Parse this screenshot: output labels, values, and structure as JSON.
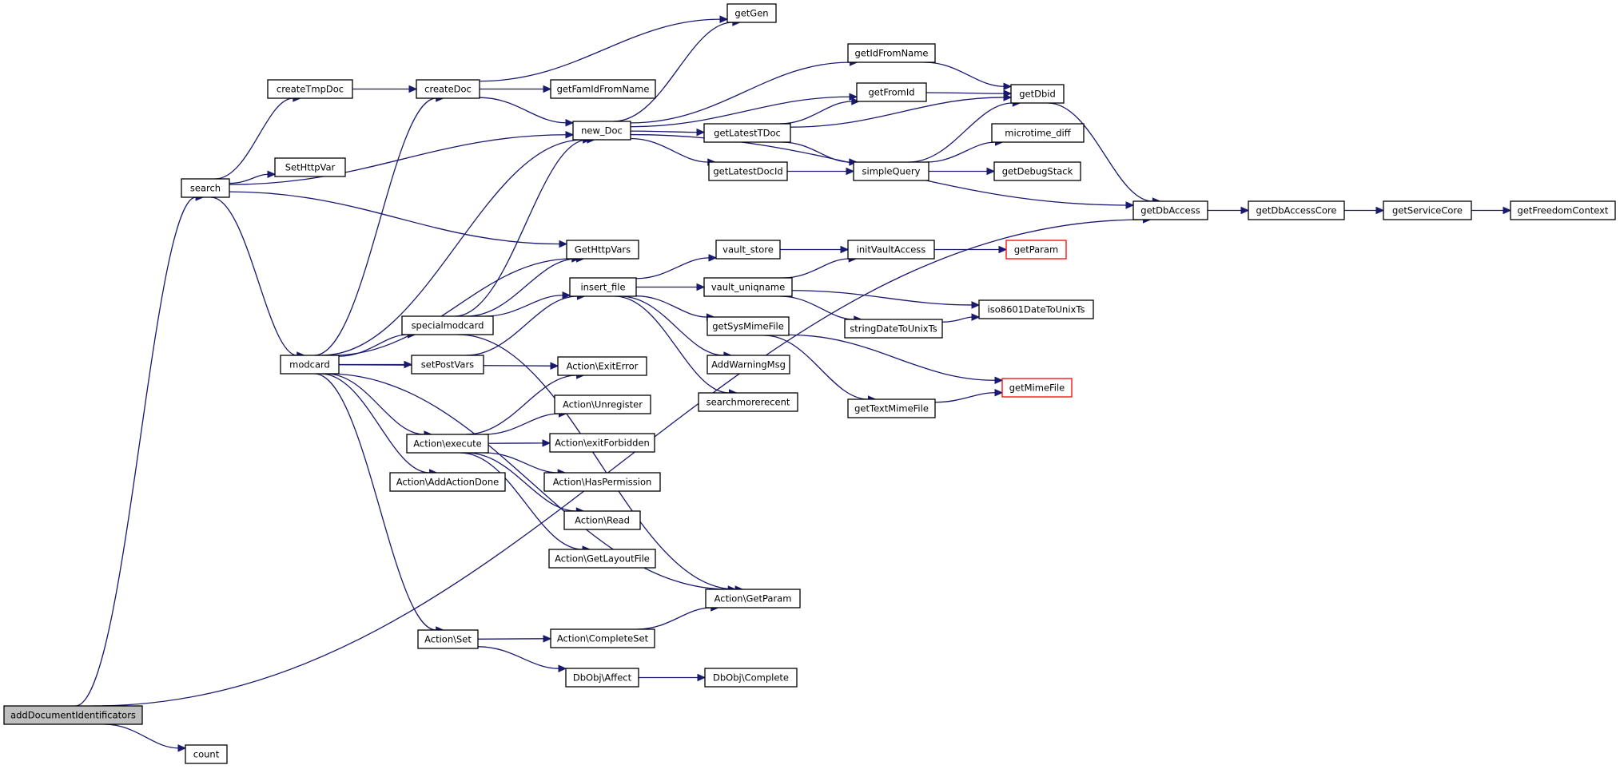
{
  "graph": {
    "nodes": [
      {
        "id": "addDocumentIdentificators",
        "label": "addDocumentIdentificators",
        "style": "root"
      },
      {
        "id": "count",
        "label": "count"
      },
      {
        "id": "search",
        "label": "search"
      },
      {
        "id": "getDbAccess",
        "label": "getDbAccess"
      },
      {
        "id": "createTmpDoc",
        "label": "createTmpDoc"
      },
      {
        "id": "SetHttpVar",
        "label": "SetHttpVar"
      },
      {
        "id": "modcard",
        "label": "modcard"
      },
      {
        "id": "createDoc",
        "label": "createDoc"
      },
      {
        "id": "new_Doc",
        "label": "new_Doc"
      },
      {
        "id": "GetHttpVars",
        "label": "GetHttpVars"
      },
      {
        "id": "specialmodcard",
        "label": "specialmodcard"
      },
      {
        "id": "setPostVars",
        "label": "setPostVars"
      },
      {
        "id": "ActionExecute",
        "label": "Action\\execute"
      },
      {
        "id": "ActionAddActionDone",
        "label": "Action\\AddActionDone"
      },
      {
        "id": "ActionSet",
        "label": "Action\\Set"
      },
      {
        "id": "ActionExitError",
        "label": "Action\\ExitError"
      },
      {
        "id": "ActionGetParam",
        "label": "Action\\GetParam"
      },
      {
        "id": "getGen",
        "label": "getGen"
      },
      {
        "id": "getFamIdFromName",
        "label": "getFamIdFromName"
      },
      {
        "id": "getIdFromName",
        "label": "getIdFromName"
      },
      {
        "id": "getFromId",
        "label": "getFromId"
      },
      {
        "id": "getLatestTDoc",
        "label": "getLatestTDoc"
      },
      {
        "id": "getLatestDocId",
        "label": "getLatestDocId"
      },
      {
        "id": "insert_file",
        "label": "insert_file"
      },
      {
        "id": "ActionUnregister",
        "label": "Action\\Unregister"
      },
      {
        "id": "ActionExitForbidden",
        "label": "Action\\exitForbidden"
      },
      {
        "id": "ActionHasPermission",
        "label": "Action\\HasPermission"
      },
      {
        "id": "ActionRead",
        "label": "Action\\Read"
      },
      {
        "id": "ActionGetLayoutFile",
        "label": "Action\\GetLayoutFile"
      },
      {
        "id": "ActionCompleteSet",
        "label": "Action\\CompleteSet"
      },
      {
        "id": "DbObjAffect",
        "label": "DbObj\\Affect"
      },
      {
        "id": "DbObjComplete",
        "label": "DbObj\\Complete"
      },
      {
        "id": "vault_store",
        "label": "vault_store"
      },
      {
        "id": "vault_uniqname",
        "label": "vault_uniqname"
      },
      {
        "id": "getSysMimeFile",
        "label": "getSysMimeFile"
      },
      {
        "id": "AddWarningMsg",
        "label": "AddWarningMsg"
      },
      {
        "id": "searchmorerecent",
        "label": "searchmorerecent"
      },
      {
        "id": "getDbid",
        "label": "getDbid"
      },
      {
        "id": "simpleQuery",
        "label": "simpleQuery"
      },
      {
        "id": "initVaultAccess",
        "label": "initVaultAccess"
      },
      {
        "id": "stringDateToUnixTs",
        "label": "stringDateToUnixTs"
      },
      {
        "id": "getTextMimeFile",
        "label": "getTextMimeFile"
      },
      {
        "id": "microtime_diff",
        "label": "microtime_diff"
      },
      {
        "id": "getDebugStack",
        "label": "getDebugStack"
      },
      {
        "id": "getParam",
        "label": "getParam",
        "style": "red"
      },
      {
        "id": "iso8601DateToUnixTs",
        "label": "iso8601DateToUnixTs"
      },
      {
        "id": "getMimeFile",
        "label": "getMimeFile",
        "style": "red"
      },
      {
        "id": "getDbAccessCore",
        "label": "getDbAccessCore"
      },
      {
        "id": "getServiceCore",
        "label": "getServiceCore"
      },
      {
        "id": "getFreedomContext",
        "label": "getFreedomContext"
      }
    ],
    "edges": [
      [
        "addDocumentIdentificators",
        "count"
      ],
      [
        "addDocumentIdentificators",
        "search"
      ],
      [
        "addDocumentIdentificators",
        "getDbAccess"
      ],
      [
        "search",
        "createTmpDoc"
      ],
      [
        "search",
        "new_Doc"
      ],
      [
        "search",
        "SetHttpVar"
      ],
      [
        "search",
        "GetHttpVars"
      ],
      [
        "search",
        "modcard"
      ],
      [
        "createTmpDoc",
        "createDoc"
      ],
      [
        "createDoc",
        "getGen"
      ],
      [
        "createDoc",
        "getFamIdFromName"
      ],
      [
        "createDoc",
        "new_Doc"
      ],
      [
        "modcard",
        "createDoc"
      ],
      [
        "modcard",
        "new_Doc"
      ],
      [
        "modcard",
        "GetHttpVars"
      ],
      [
        "modcard",
        "specialmodcard"
      ],
      [
        "modcard",
        "setPostVars"
      ],
      [
        "modcard",
        "ActionExitError"
      ],
      [
        "modcard",
        "ActionExecute"
      ],
      [
        "modcard",
        "ActionAddActionDone"
      ],
      [
        "modcard",
        "ActionGetParam"
      ],
      [
        "modcard",
        "ActionSet"
      ],
      [
        "new_Doc",
        "getGen"
      ],
      [
        "new_Doc",
        "getIdFromName"
      ],
      [
        "new_Doc",
        "getFromId"
      ],
      [
        "new_Doc",
        "getLatestTDoc"
      ],
      [
        "new_Doc",
        "getLatestDocId"
      ],
      [
        "new_Doc",
        "getDbAccess"
      ],
      [
        "specialmodcard",
        "new_Doc"
      ],
      [
        "specialmodcard",
        "GetHttpVars"
      ],
      [
        "specialmodcard",
        "insert_file"
      ],
      [
        "specialmodcard",
        "ActionGetParam"
      ],
      [
        "setPostVars",
        "insert_file"
      ],
      [
        "ActionExecute",
        "ActionExitError"
      ],
      [
        "ActionExecute",
        "ActionUnregister"
      ],
      [
        "ActionExecute",
        "ActionExitForbidden"
      ],
      [
        "ActionExecute",
        "ActionHasPermission"
      ],
      [
        "ActionExecute",
        "ActionRead"
      ],
      [
        "ActionExecute",
        "ActionGetLayoutFile"
      ],
      [
        "ActionSet",
        "ActionCompleteSet"
      ],
      [
        "ActionSet",
        "DbObjAffect"
      ],
      [
        "ActionCompleteSet",
        "ActionGetParam"
      ],
      [
        "DbObjAffect",
        "DbObjComplete"
      ],
      [
        "insert_file",
        "vault_store"
      ],
      [
        "insert_file",
        "vault_uniqname"
      ],
      [
        "insert_file",
        "getSysMimeFile"
      ],
      [
        "insert_file",
        "AddWarningMsg"
      ],
      [
        "insert_file",
        "searchmorerecent"
      ],
      [
        "getIdFromName",
        "getDbid"
      ],
      [
        "getFromId",
        "getDbid"
      ],
      [
        "getLatestTDoc",
        "getFromId"
      ],
      [
        "getLatestTDoc",
        "getDbid"
      ],
      [
        "getLatestTDoc",
        "simpleQuery"
      ],
      [
        "getLatestDocId",
        "simpleQuery"
      ],
      [
        "simpleQuery",
        "getDbid"
      ],
      [
        "simpleQuery",
        "microtime_diff"
      ],
      [
        "simpleQuery",
        "getDebugStack"
      ],
      [
        "getDbid",
        "getDbAccess"
      ],
      [
        "vault_store",
        "initVaultAccess"
      ],
      [
        "vault_uniqname",
        "initVaultAccess"
      ],
      [
        "vault_uniqname",
        "iso8601DateToUnixTs"
      ],
      [
        "vault_uniqname",
        "stringDateToUnixTs"
      ],
      [
        "stringDateToUnixTs",
        "iso8601DateToUnixTs"
      ],
      [
        "initVaultAccess",
        "getParam"
      ],
      [
        "getSysMimeFile",
        "getMimeFile"
      ],
      [
        "getSysMimeFile",
        "getTextMimeFile"
      ],
      [
        "getTextMimeFile",
        "getMimeFile"
      ],
      [
        "getDbAccess",
        "getDbAccessCore"
      ],
      [
        "getDbAccessCore",
        "getServiceCore"
      ],
      [
        "getServiceCore",
        "getFreedomContext"
      ]
    ],
    "colors": {
      "edge": "#191970",
      "node_border": "#000000",
      "node_fill": "#ffffff",
      "root_fill": "#bfbfbf",
      "red_border": "#ff0000"
    }
  }
}
